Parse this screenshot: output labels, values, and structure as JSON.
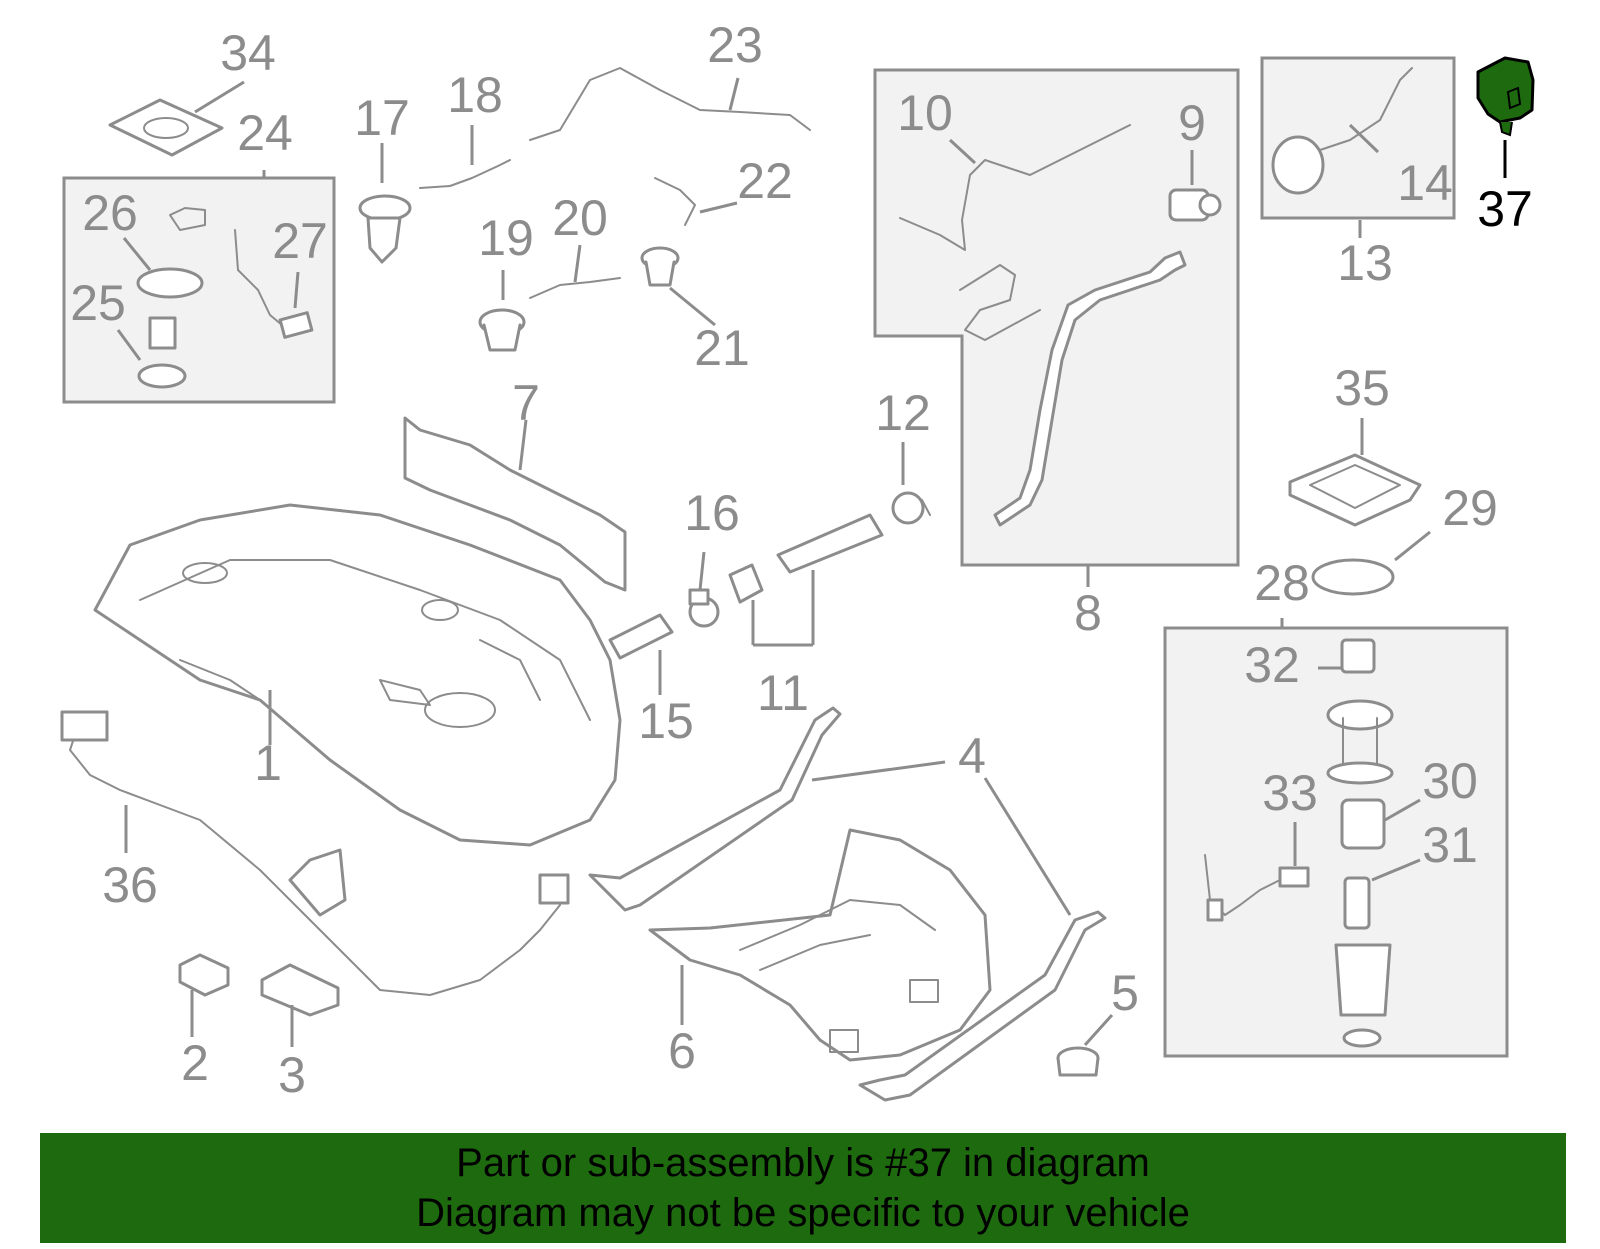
{
  "callouts": {
    "c1": "1",
    "c2": "2",
    "c3": "3",
    "c4": "4",
    "c4b": "4",
    "c5": "5",
    "c6": "6",
    "c7": "7",
    "c8": "8",
    "c9": "9",
    "c10": "10",
    "c11": "11",
    "c12": "12",
    "c13": "13",
    "c14": "14",
    "c15": "15",
    "c16": "16",
    "c17": "17",
    "c18": "18",
    "c19": "19",
    "c20": "20",
    "c21": "21",
    "c22": "22",
    "c23": "23",
    "c24": "24",
    "c25": "25",
    "c26": "26",
    "c27": "27",
    "c28": "28",
    "c29": "29",
    "c30": "30",
    "c31": "31",
    "c32": "32",
    "c33": "33",
    "c34": "34",
    "c35": "35",
    "c36": "36",
    "c37": "37"
  },
  "highlighted_part": "37",
  "colors": {
    "highlight": "#1e6b0f",
    "lines": "#8c8c8c",
    "banner": "#1e6b0f"
  },
  "banner": {
    "line1": "Part or sub-assembly is #37 in diagram",
    "line2": "Diagram may not be specific to your vehicle"
  }
}
